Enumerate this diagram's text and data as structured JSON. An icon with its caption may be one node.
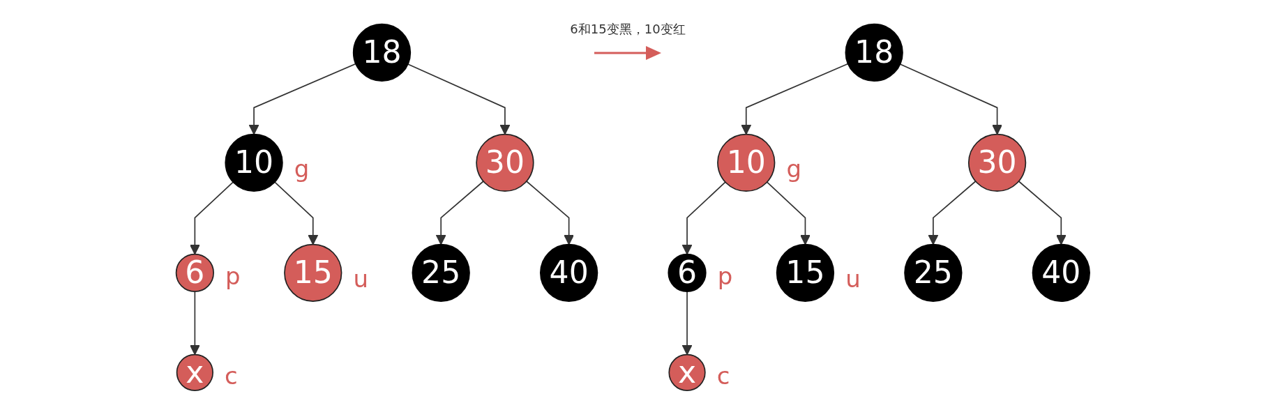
{
  "diagram": {
    "nodes": [
      {
        "text": [
          "18"
        ]
      },
      {
        "text": [
          "10"
        ],
        "beside": [
          "g"
        ]
      },
      {
        "text": [
          "30"
        ]
      },
      {
        "text": [
          "6"
        ],
        "beside": [
          "p"
        ]
      },
      {
        "text": [
          "15"
        ],
        "beside": [
          "u"
        ]
      },
      {
        "text": [
          "25"
        ]
      },
      {
        "text": [
          "40"
        ]
      },
      {
        "text": [
          "x"
        ],
        "beside": [
          "c"
        ]
      },
      {
        "text": [
          "18"
        ]
      },
      {
        "text": [
          "10"
        ],
        "beside": [
          "g"
        ]
      },
      {
        "text": [
          "30"
        ]
      },
      {
        "text": [
          "6"
        ],
        "beside": [
          "p"
        ]
      },
      {
        "text": [
          "15"
        ],
        "beside": [
          "u"
        ]
      },
      {
        "text": [
          "25"
        ]
      },
      {
        "text": [
          "40"
        ]
      },
      {
        "text": [
          "x"
        ],
        "beside": [
          "c"
        ]
      }
    ],
    "edges": [
      {
        "from": 0,
        "to": 1,
        "arrow": "to"
      },
      {
        "from": 0,
        "to": 2,
        "arrow": "to"
      },
      {
        "from": 1,
        "to": 3,
        "arrow": "to"
      },
      {
        "from": 1,
        "to": 4,
        "arrow": "to"
      },
      {
        "from": 2,
        "to": 5,
        "arrow": "to"
      },
      {
        "from": 2,
        "to": 6,
        "arrow": "to"
      },
      {
        "from": 3,
        "to": 7,
        "arrow": "to"
      },
      {
        "from": 8,
        "to": 9,
        "arrow": "to"
      },
      {
        "from": 8,
        "to": 10,
        "arrow": "to"
      },
      {
        "from": 9,
        "to": 11,
        "arrow": "to"
      },
      {
        "from": 9,
        "to": 12,
        "arrow": "to"
      },
      {
        "from": 10,
        "to": 13,
        "arrow": "to"
      },
      {
        "from": 10,
        "to": 14,
        "arrow": "to"
      },
      {
        "from": 11,
        "to": 15,
        "arrow": "to"
      }
    ],
    "labels": [
      "6和15变黑，10变红"
    ]
  }
}
